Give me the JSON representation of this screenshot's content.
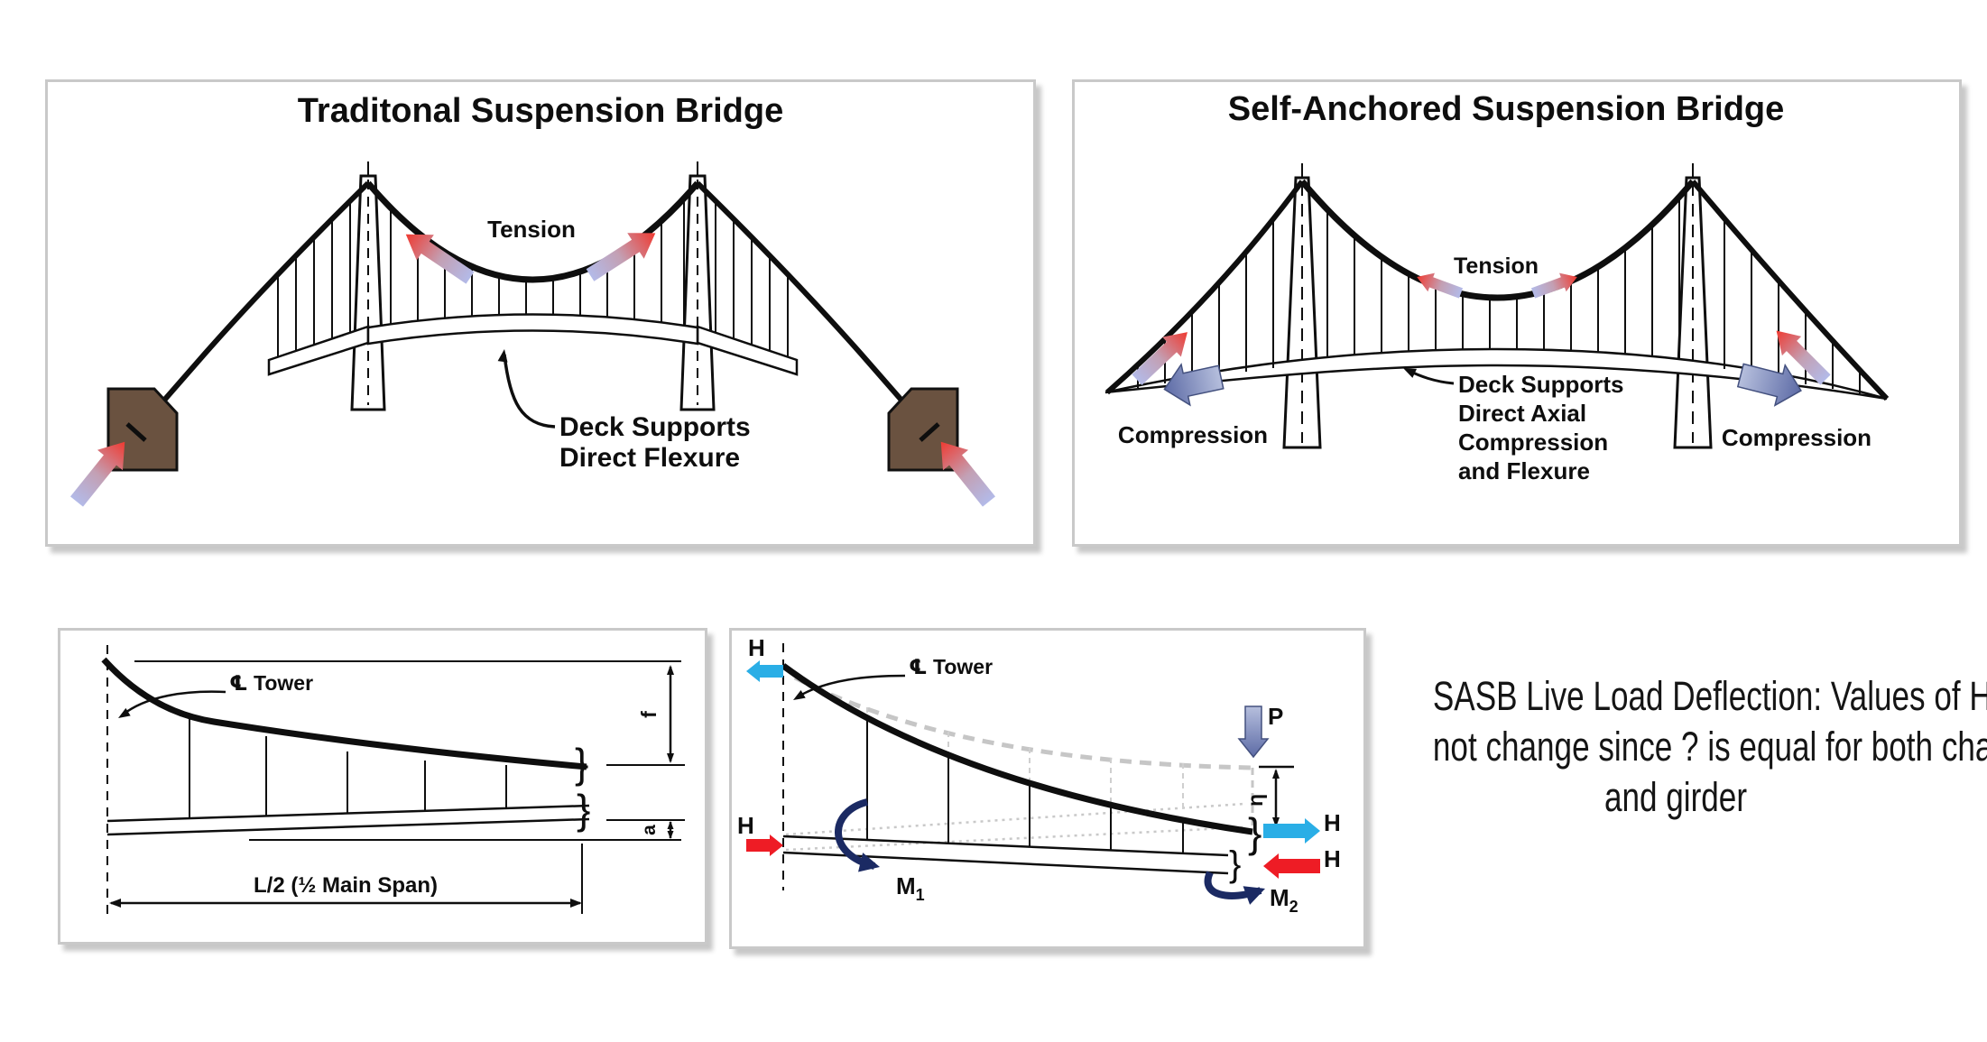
{
  "colors": {
    "cyan": "#2aaee6",
    "red": "#ee1c25",
    "navy": "#1b2a63",
    "slate_light": "#b6bfdd",
    "slate_dark": "#5d6ba6",
    "lavender": "#b3bae8",
    "arrow_red": "#ef3a31",
    "anchor_brown": "#6a5240",
    "panel_border": "#c9c9c9"
  },
  "traditional": {
    "title": "Traditonal Suspension Bridge",
    "tension": "Tension",
    "deck_note": [
      "Deck Supports",
      "Direct Flexure"
    ]
  },
  "self_anchored": {
    "title": "Self-Anchored Suspension Bridge",
    "tension": "Tension",
    "compression_left": "Compression",
    "compression_right": "Compression",
    "deck_note": [
      "Deck Supports",
      "Direct Axial",
      "Compression",
      "and Flexure"
    ]
  },
  "half_span": {
    "cl_tower": "℄ Tower",
    "dim_f": "f",
    "dim_a": "a",
    "span": "L/2 (½ Main Span)"
  },
  "live_load": {
    "cl_tower": "℄ Tower",
    "h": "H",
    "p": "P",
    "eta": "η",
    "m_base": "M",
    "m1_sub": "1",
    "m2_sub": "2"
  },
  "caption": {
    "lines": [
      "SASB Live Load Deflection: Values of H do",
      "not change since ? is equal for both chain",
      "and girder"
    ]
  }
}
